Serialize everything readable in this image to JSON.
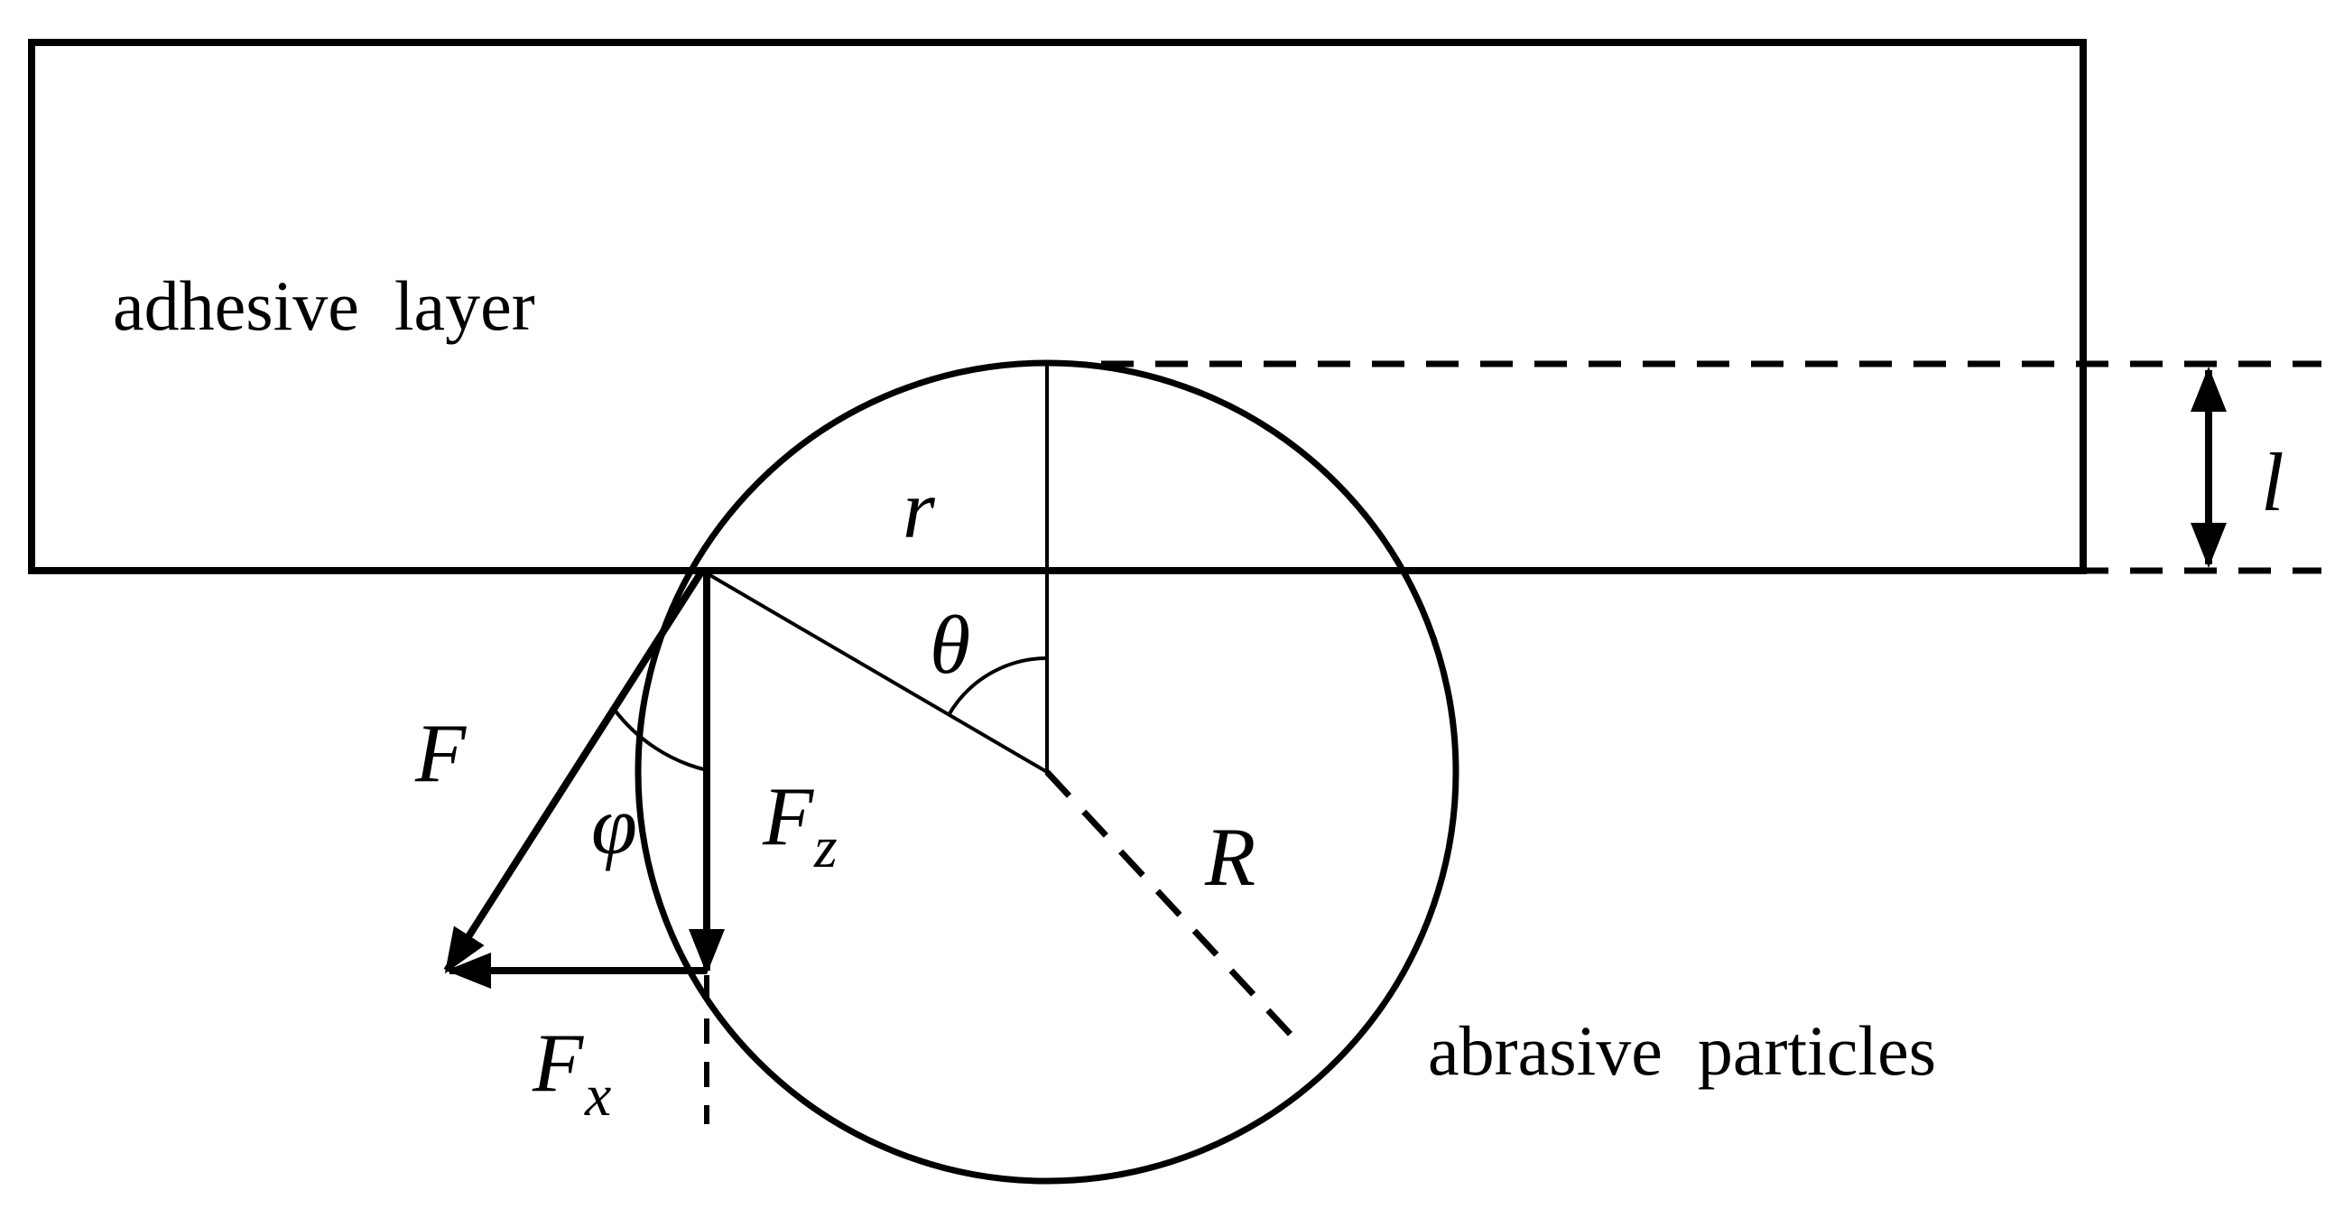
{
  "labels": {
    "adhesive": "adhesive  layer",
    "abrasive": "abrasive  particles",
    "r": "r",
    "l": "l",
    "theta": "θ",
    "F": "F",
    "phi": "φ",
    "Fz_main": "F",
    "Fz_sub": "z",
    "Fx_main": "F",
    "Fx_sub": "x",
    "R": "R"
  },
  "colors": {
    "stroke": "#000000",
    "background": "#ffffff"
  }
}
